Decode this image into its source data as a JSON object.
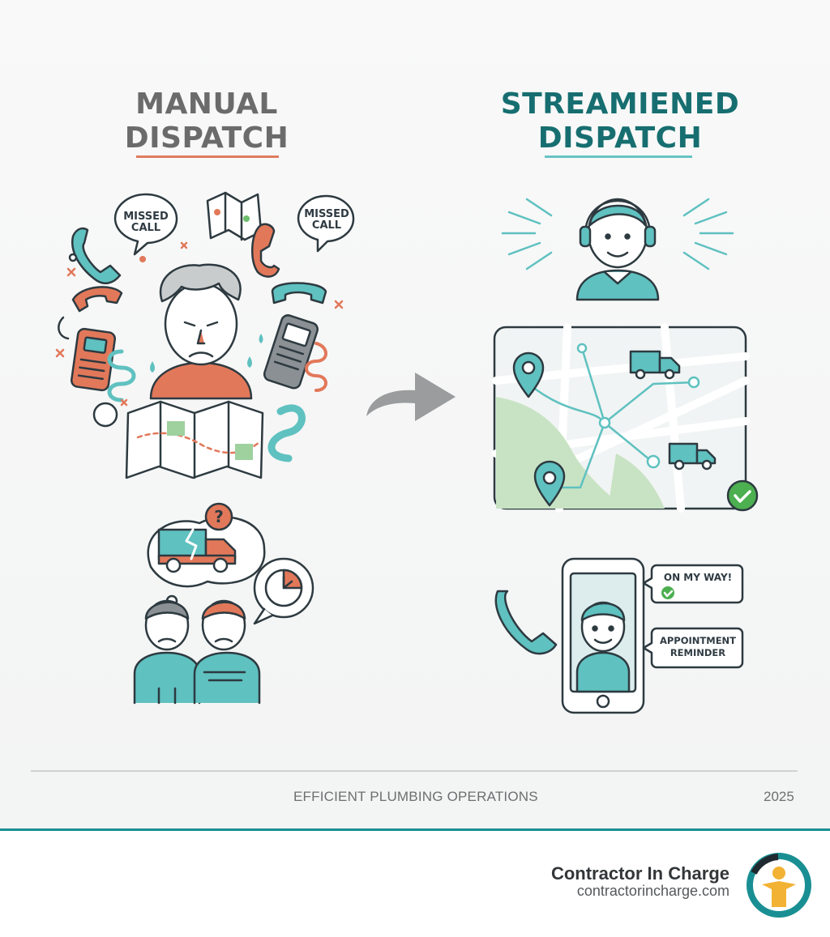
{
  "left_panel": {
    "title_line1": "MANUAL",
    "title_line2": "DISPATCH",
    "bubble_missed_call_1": "MISSED\nCALL",
    "bubble_missed_call_2": "MISSED\nCALL",
    "question_mark": "?"
  },
  "right_panel": {
    "title_line1": "STREAMIENED",
    "title_line2": "DISPATCH",
    "bubble_on_my_way": "ON MY WAY!",
    "bubble_appointment": "APPOINTMENT\nREMINDER"
  },
  "footer": {
    "label": "EFFICIENT PLUMBING OPERATIONS",
    "year": "2025"
  },
  "brand": {
    "name": "Contractor In Charge",
    "url": "contractorincharge.com"
  },
  "colors": {
    "teal": "#5fc1c0",
    "dark_teal": "#176e70",
    "orange": "#e2785a",
    "gray_text": "#6b6b6b",
    "outline": "#2d3a40",
    "green_check": "#4caf50"
  },
  "icons": [
    "telephone-icon",
    "map-icon",
    "mobile-phone-icon",
    "truck-icon",
    "clock-icon",
    "headset-icon",
    "map-pin-icon",
    "check-icon",
    "smartphone-icon",
    "arrow-icon",
    "logo-icon"
  ]
}
